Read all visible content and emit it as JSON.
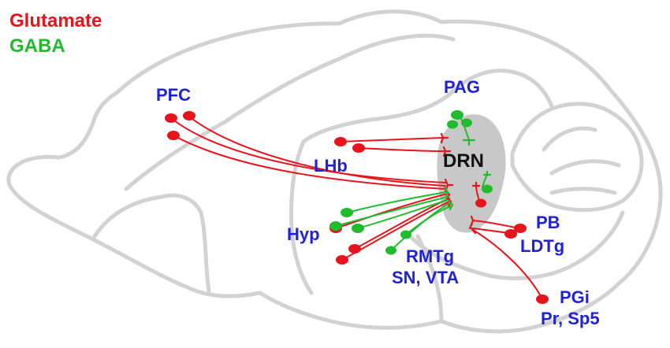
{
  "legend": {
    "glutamate": {
      "label": "Glutamate",
      "color": "#e8141b"
    },
    "gaba": {
      "label": "GABA",
      "color": "#21bb2e"
    }
  },
  "center": {
    "label": "DRN",
    "fill": "#c8c8c8"
  },
  "label_color": "#1f22d6",
  "regions": {
    "pfc": {
      "label": "PFC"
    },
    "pag": {
      "label": "PAG"
    },
    "lhb": {
      "label": "LHb"
    },
    "hyp": {
      "label": "Hyp"
    },
    "rmtg": {
      "line1": "RMTg",
      "line2": "SN, VTA"
    },
    "pb": {
      "line1": "PB",
      "line2": "LDTg"
    },
    "pgi": {
      "line1": "PGi",
      "line2": "Pr, Sp5"
    }
  }
}
